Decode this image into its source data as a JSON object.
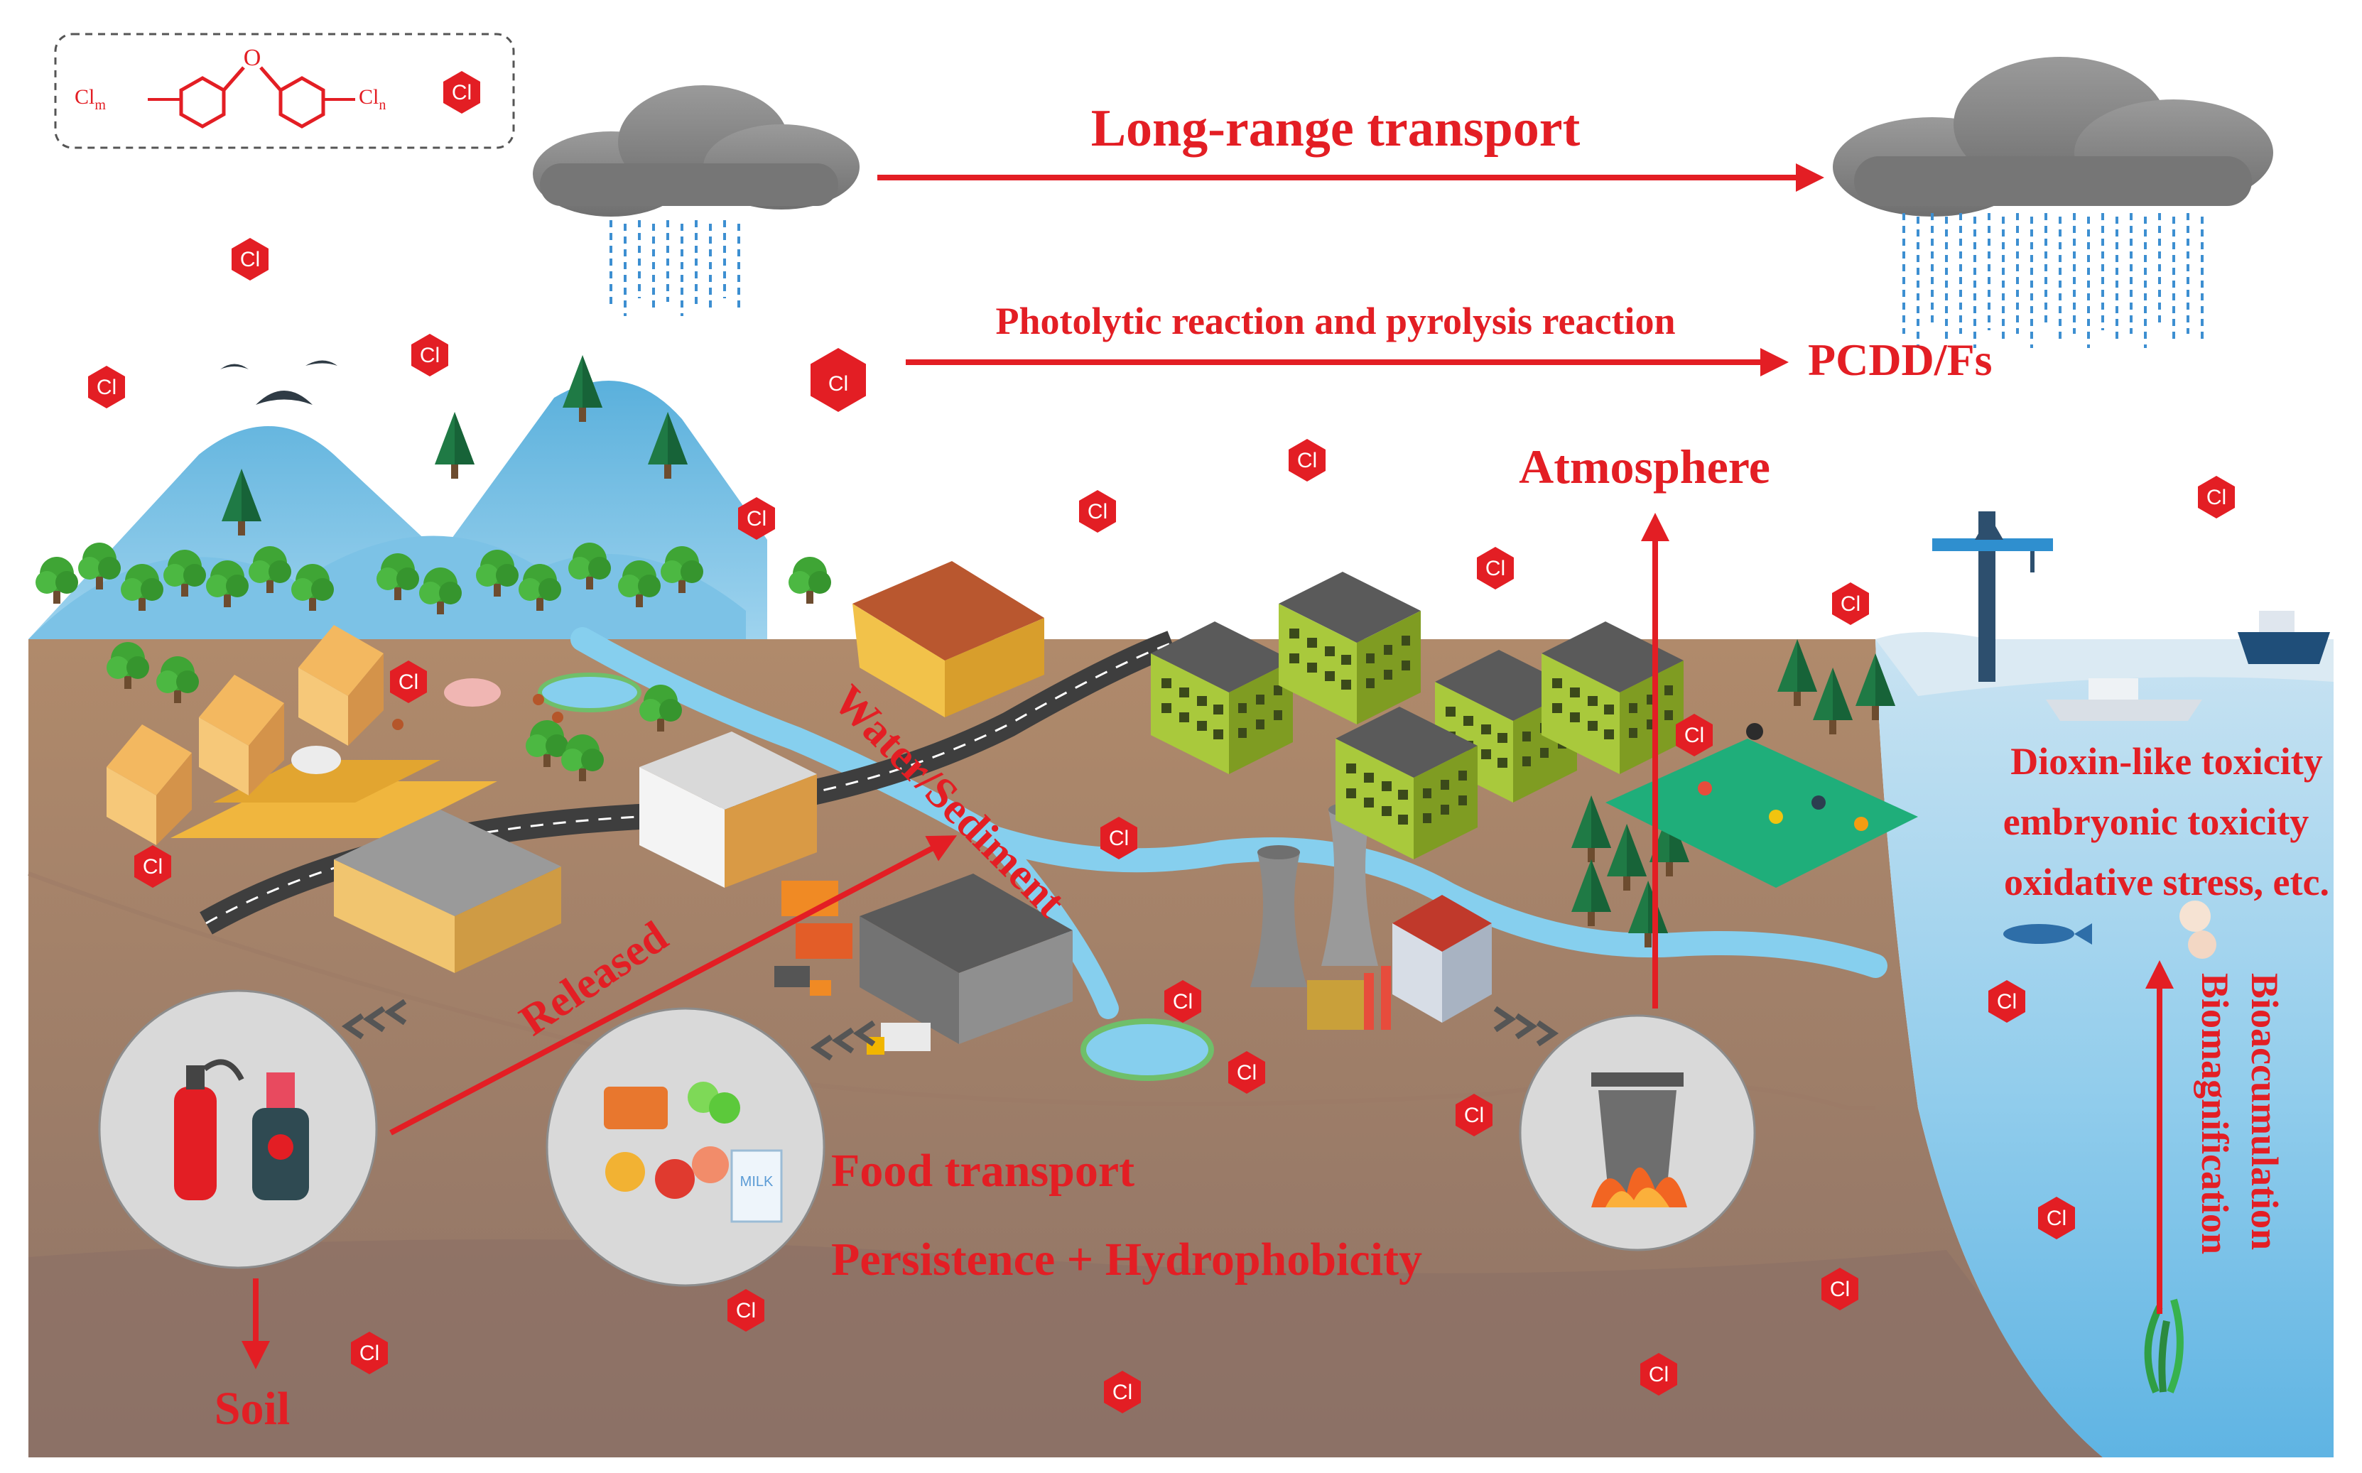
{
  "structure": {
    "oxygen_label": "O",
    "left_sub": "Cl",
    "left_sub_index": "m",
    "right_sub": "Cl",
    "right_sub_index": "n",
    "badge": "Cl"
  },
  "cl_badge_text": "Cl",
  "labels": {
    "long_range_transport": "Long-range transport",
    "photolytic": "Photolytic reaction and pyrolysis reaction",
    "pcdd": "PCDD/Fs",
    "atmosphere": "Atmosphere",
    "water_sediment": "Water/Sediment",
    "released": "Released",
    "food_transport": "Food transport",
    "persistence": "Persistence + Hydrophobicity",
    "soil": "Soil",
    "toxicity_1": "Dioxin-like  toxicity",
    "toxicity_2": "embryonic toxicity",
    "toxicity_3": "oxidative stress, etc.",
    "bioaccumulation": "Bioaccumulation",
    "biomagnification": "Biomagnification",
    "milk": "MILK"
  },
  "colors": {
    "accent_red": "#e31e24",
    "ground": "#b48a6c",
    "ground_dark": "#8f6e5c",
    "water": "#7fc9ea",
    "sea": "#a9d6ee",
    "cloud": "#8c8c8c"
  }
}
